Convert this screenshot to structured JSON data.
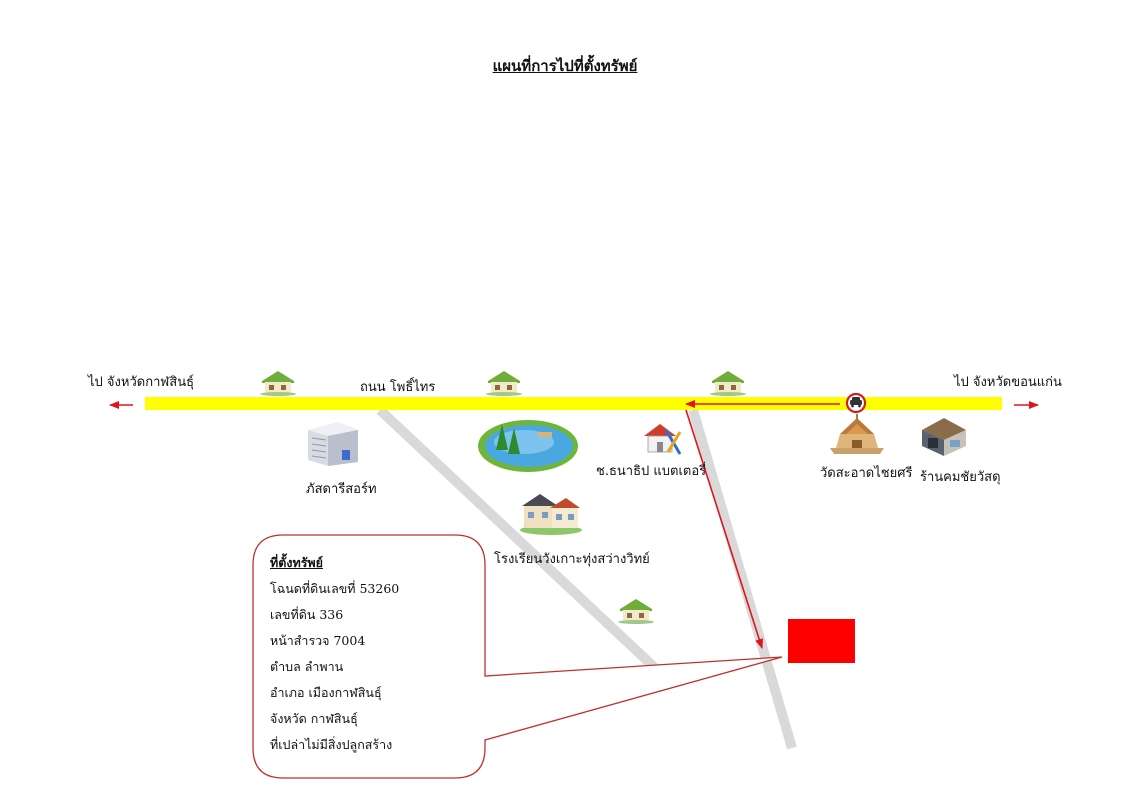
{
  "title": "แผนที่การไปที่ตั้งทรัพย์",
  "labels": {
    "to_kalasin": "ไป จังหวัดกาฬสินธุ์",
    "to_khonkaen": "ไป จังหวัดขอนแก่น",
    "road_name": "ถนน โพธิ์ไทร",
    "resort": "ภัสดารีสอร์ท",
    "battery_shop": "ช.ธนาธิป แบตเตอรี่",
    "temple": "วัดสะอาดไชยศรี",
    "hardware_store": "ร้านคมชัยวัสดุ",
    "school": "โรงเรียนวังเกาะทุ่งสว่างวิทย์"
  },
  "info": {
    "heading": "ที่ตั้งทรัพย์",
    "lines": [
      "โฉนดที่ดินเลขที่ 53260",
      "เลขที่ดิน 336",
      "หน้าสำรวจ 7004",
      "ตำบล ลำพาน",
      "อำเภอ เมืองกาฬสินธุ์",
      "จังหวัด กาฬสินธุ์",
      "ที่เปล่าไม่มีสิ่งปลูกสร้าง"
    ]
  },
  "colors": {
    "main_road": "#ffff00",
    "route_arrow": "#e0141c",
    "property_marker": "#ff0000",
    "side_road": "#d9d9d9",
    "callout_border": "#c0302a"
  },
  "icons": [
    "house-icon",
    "resort-building-icon",
    "pond-icon",
    "battery-shop-icon",
    "temple-icon",
    "hardware-store-icon",
    "school-icon",
    "car-icon"
  ]
}
